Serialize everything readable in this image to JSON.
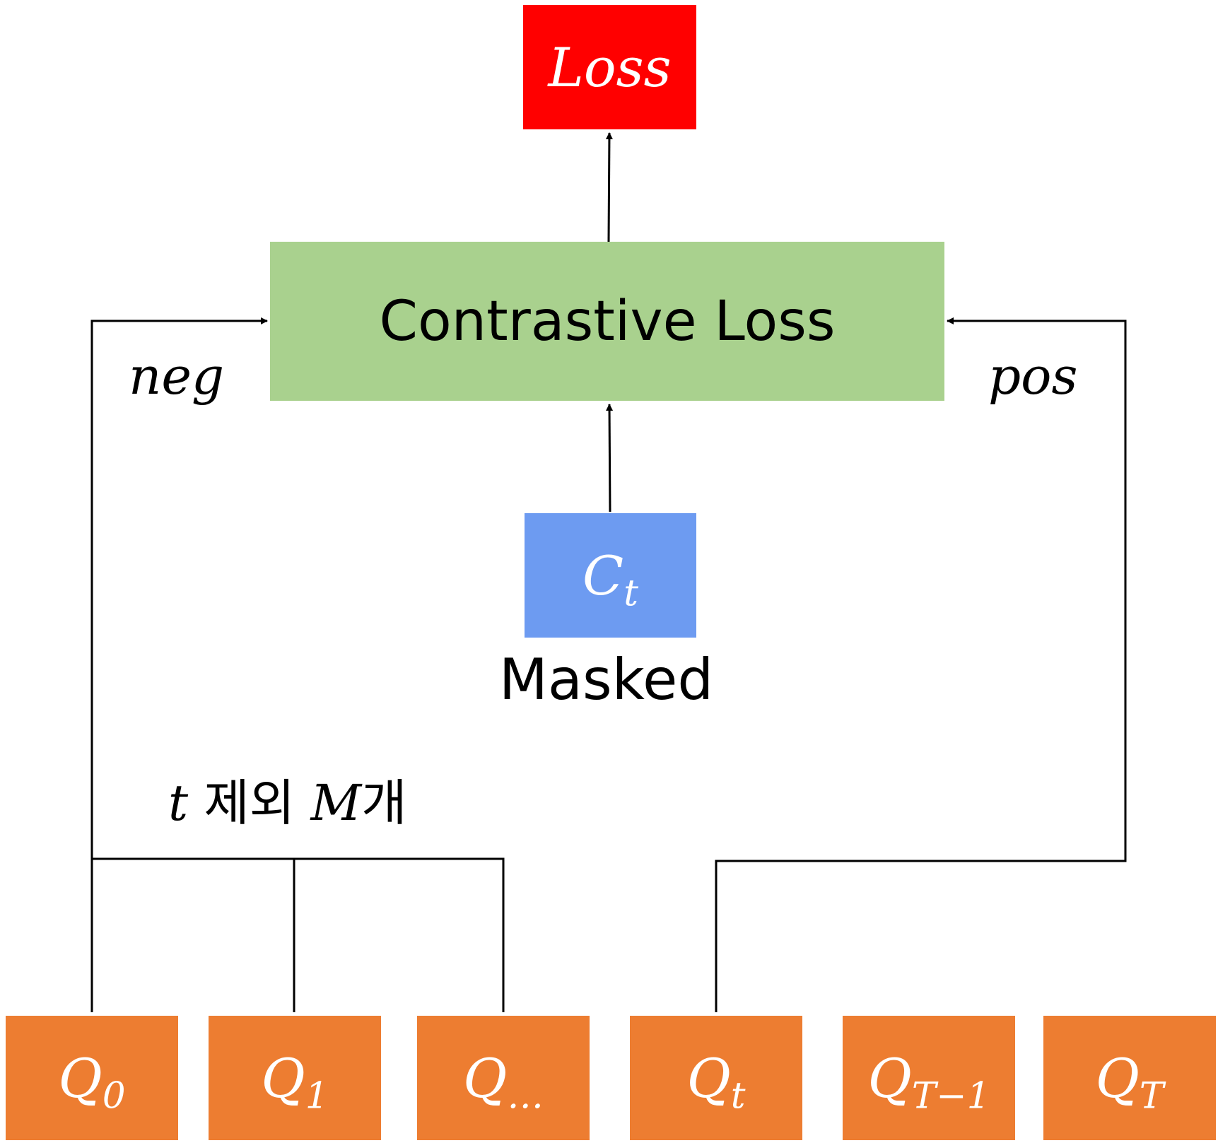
{
  "loss_box": {
    "main": "Loss"
  },
  "contrastive_box": {
    "label": "Contrastive Loss"
  },
  "context_box": {
    "main": "C",
    "sub": "t",
    "caption": "Masked"
  },
  "neg_label": "neg",
  "pos_label": "pos",
  "exclusion_label": {
    "var": "t",
    "text1": "제외",
    "count_var": "M",
    "text2": "개"
  },
  "q_boxes": [
    {
      "main": "Q",
      "sub": "0"
    },
    {
      "main": "Q",
      "sub": "1"
    },
    {
      "main": "Q",
      "sub": "…"
    },
    {
      "main": "Q",
      "sub": "t"
    },
    {
      "main": "Q",
      "sub": "T−1"
    },
    {
      "main": "Q",
      "sub": "T"
    }
  ],
  "colors": {
    "loss": "#ff0000",
    "contrastive": "#a9d18e",
    "context": "#6d9bf1",
    "quantized": "#ed7d31"
  }
}
